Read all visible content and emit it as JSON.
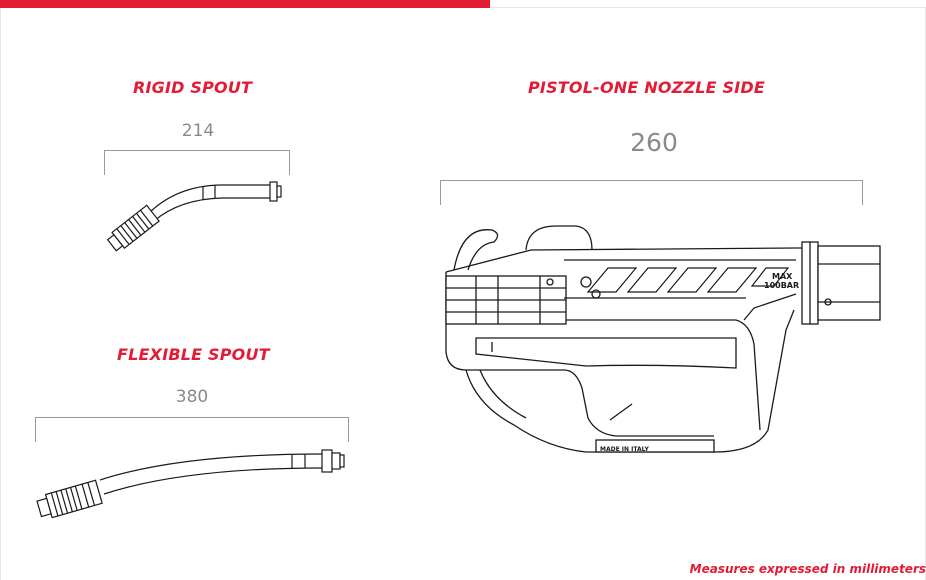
{
  "colors": {
    "accent": "#e31b35",
    "divider": "#e6e6e6",
    "dimension_text": "#8a8a8a",
    "bracket": "#9a9a9a",
    "line_art": "#1a1a1a"
  },
  "rigid_spout": {
    "title": "RIGID SPOUT",
    "dimension": "214"
  },
  "flexible_spout": {
    "title": "FLEXIBLE SPOUT",
    "dimension": "380"
  },
  "pistol": {
    "title": "PISTOL-ONE NOZZLE SIDE",
    "dimension": "260",
    "pressure_label_line1": "MAX",
    "pressure_label_line2": "100BAR",
    "origin_label": "MADE IN ITALY"
  },
  "footer": {
    "note": "Measures expressed in millimeters"
  }
}
